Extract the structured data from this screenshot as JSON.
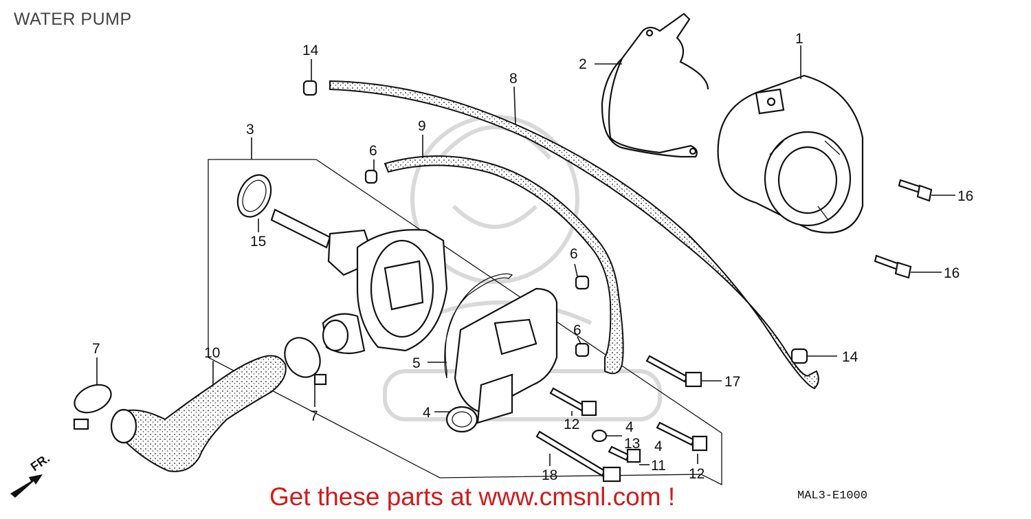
{
  "page": {
    "title": "WATER PUMP",
    "promo": "Get these parts at www.cmsnl.com !",
    "diagram_code": "MAL3-E1000",
    "direction_label": "FR."
  },
  "callouts": [
    {
      "id": "c1",
      "label": "1"
    },
    {
      "id": "c2",
      "label": "2"
    },
    {
      "id": "c3",
      "label": "3"
    },
    {
      "id": "c4a",
      "label": "4"
    },
    {
      "id": "c4b",
      "label": "4"
    },
    {
      "id": "c4c",
      "label": "4"
    },
    {
      "id": "c5",
      "label": "5"
    },
    {
      "id": "c6a",
      "label": "6"
    },
    {
      "id": "c6b",
      "label": "6"
    },
    {
      "id": "c6c",
      "label": "6"
    },
    {
      "id": "c7a",
      "label": "7"
    },
    {
      "id": "c7b",
      "label": "7"
    },
    {
      "id": "c8",
      "label": "8"
    },
    {
      "id": "c9",
      "label": "9"
    },
    {
      "id": "c10",
      "label": "10"
    },
    {
      "id": "c11",
      "label": "11"
    },
    {
      "id": "c12a",
      "label": "12"
    },
    {
      "id": "c12b",
      "label": "12"
    },
    {
      "id": "c13",
      "label": "13"
    },
    {
      "id": "c14a",
      "label": "14"
    },
    {
      "id": "c14b",
      "label": "14"
    },
    {
      "id": "c15",
      "label": "15"
    },
    {
      "id": "c16a",
      "label": "16"
    },
    {
      "id": "c16b",
      "label": "16"
    },
    {
      "id": "c17",
      "label": "17"
    },
    {
      "id": "c18",
      "label": "18"
    }
  ],
  "colors": {
    "ink": "#111111",
    "promo": "#d11a1a",
    "watermark": "#d9d9d9",
    "background": "#ffffff"
  }
}
